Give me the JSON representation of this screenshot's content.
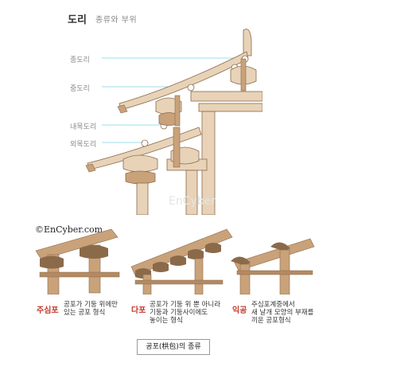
{
  "header": {
    "title": "도리",
    "subtitle": "종류와 부위"
  },
  "labels": {
    "jongdori": "종도리",
    "jungdori": "중도리",
    "naeoedori": "내목도리",
    "oemokdori": "외목도리"
  },
  "watermark": "©EnCyber.com",
  "faint_watermark": "EnCyber",
  "types": [
    {
      "name": "주심포",
      "desc_line1": "공포가 기둥 위에만",
      "desc_line2": "있는 공포 형식",
      "desc_line3": ""
    },
    {
      "name": "다포",
      "desc_line1": "공포가 기둥 위 뿐 아니라",
      "desc_line2": "기둥과 기둥사이에도",
      "desc_line3": "놓이는 형식"
    },
    {
      "name": "익공",
      "desc_line1": "주심포계중에서",
      "desc_line2": "새 날개 모양의 부재를",
      "desc_line3": "끼운 공포형식"
    }
  ],
  "caption": "공포(栱包)의 종류",
  "colors": {
    "wood": "#c9a27a",
    "wood_dark": "#8b6a4a",
    "wood_light": "#e8d3b8",
    "leader": "#7fd0e0"
  }
}
